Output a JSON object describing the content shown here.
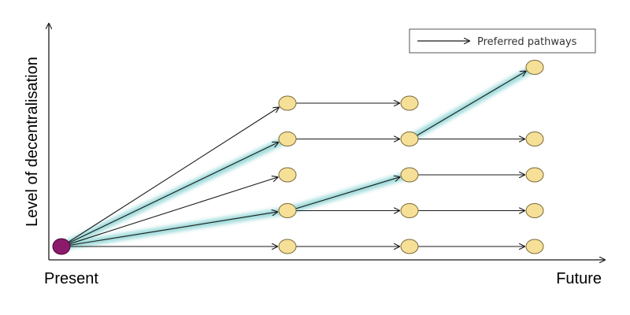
{
  "axes": {
    "y_label": "Level of decentralisation",
    "x_start_label": "Present",
    "x_end_label": "Future"
  },
  "legend": {
    "label": "Preferred pathways"
  },
  "colors": {
    "start_node": "#8b1a6b",
    "node_fill": "#f6df97",
    "node_stroke": "#7a6a3a",
    "edge": "#1a1a1a",
    "preferred_glow": "#7fcfcf"
  },
  "nodes": [
    {
      "id": "present",
      "stage": 0,
      "level": 0,
      "start": true
    },
    {
      "id": "s1-l4",
      "stage": 1,
      "level": 4
    },
    {
      "id": "s1-l3",
      "stage": 1,
      "level": 3
    },
    {
      "id": "s1-l2",
      "stage": 1,
      "level": 2
    },
    {
      "id": "s1-l1",
      "stage": 1,
      "level": 1
    },
    {
      "id": "s1-l0",
      "stage": 1,
      "level": 0
    },
    {
      "id": "s2-l4",
      "stage": 2,
      "level": 4
    },
    {
      "id": "s2-l3",
      "stage": 2,
      "level": 3
    },
    {
      "id": "s2-l2",
      "stage": 2,
      "level": 2
    },
    {
      "id": "s2-l1",
      "stage": 2,
      "level": 1
    },
    {
      "id": "s2-l0",
      "stage": 2,
      "level": 0
    },
    {
      "id": "s3-l5",
      "stage": 3,
      "level": 5
    },
    {
      "id": "s3-l3",
      "stage": 3,
      "level": 3
    },
    {
      "id": "s3-l2",
      "stage": 3,
      "level": 2
    },
    {
      "id": "s3-l1",
      "stage": 3,
      "level": 1
    },
    {
      "id": "s3-l0",
      "stage": 3,
      "level": 0
    }
  ],
  "edges": [
    {
      "from": "present",
      "to": "s1-l4",
      "preferred": false
    },
    {
      "from": "present",
      "to": "s1-l3",
      "preferred": true
    },
    {
      "from": "present",
      "to": "s1-l2",
      "preferred": false
    },
    {
      "from": "present",
      "to": "s1-l1",
      "preferred": true
    },
    {
      "from": "present",
      "to": "s1-l0",
      "preferred": false
    },
    {
      "from": "s1-l4",
      "to": "s2-l4",
      "preferred": false
    },
    {
      "from": "s1-l3",
      "to": "s2-l3",
      "preferred": true
    },
    {
      "from": "s1-l1",
      "to": "s2-l2",
      "preferred": true
    },
    {
      "from": "s1-l1",
      "to": "s2-l1",
      "preferred": false
    },
    {
      "from": "s1-l0",
      "to": "s2-l0",
      "preferred": false
    },
    {
      "from": "s2-l3",
      "to": "s3-l5",
      "preferred": true
    },
    {
      "from": "s2-l3",
      "to": "s3-l3",
      "preferred": false
    },
    {
      "from": "s2-l2",
      "to": "s3-l2",
      "preferred": true
    },
    {
      "from": "s2-l1",
      "to": "s3-l1",
      "preferred": false
    },
    {
      "from": "s2-l0",
      "to": "s3-l0",
      "preferred": false
    }
  ]
}
